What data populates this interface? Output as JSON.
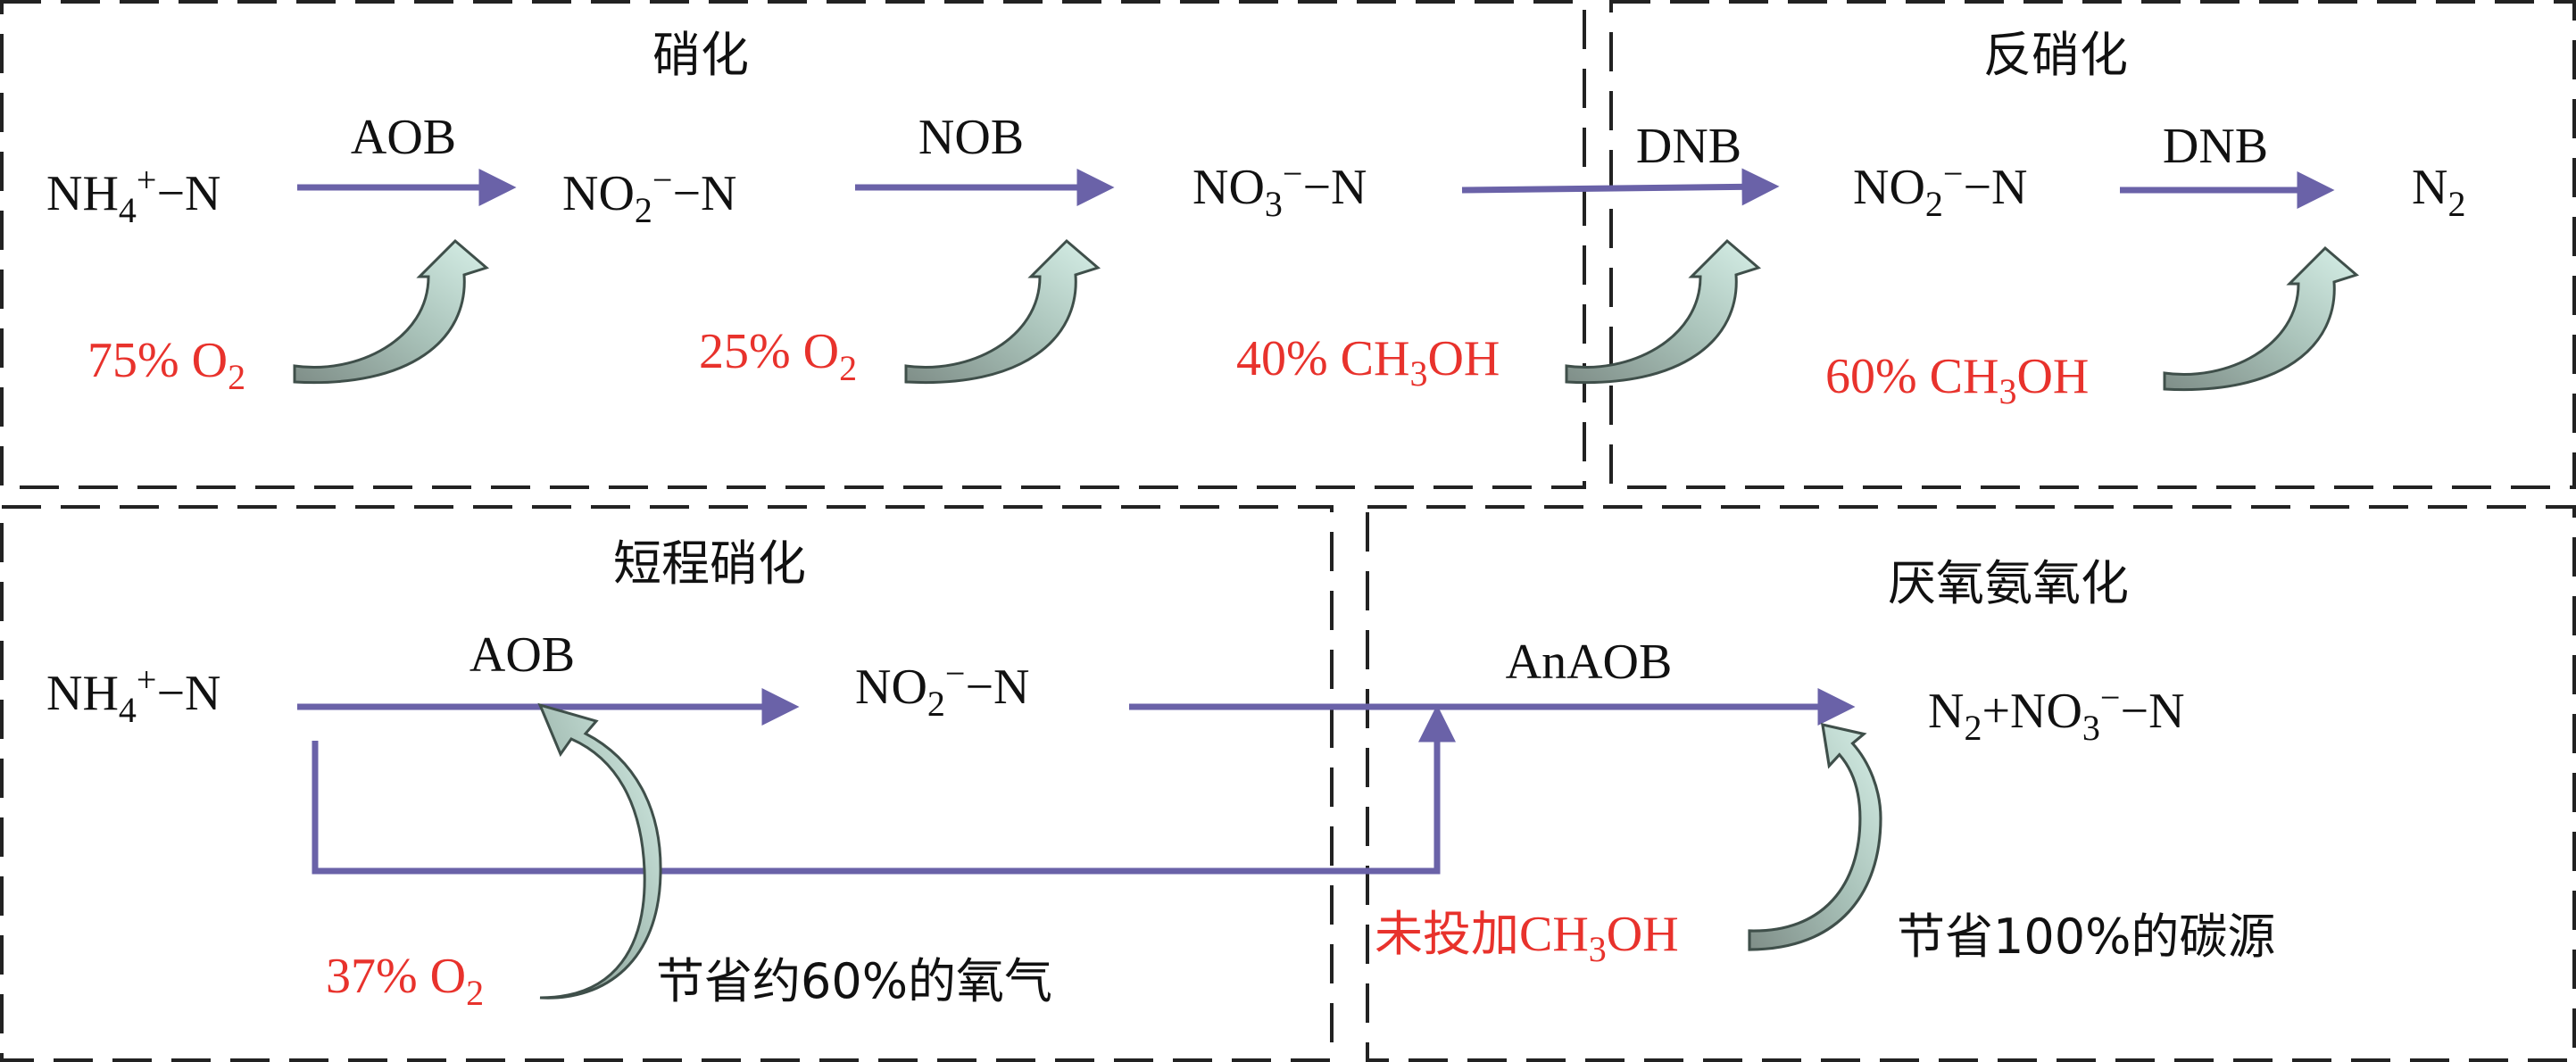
{
  "sections": {
    "nitrification": {
      "title": "硝化"
    },
    "denitrification": {
      "title": "反硝化"
    },
    "shortcut": {
      "title": "短程硝化"
    },
    "anammox": {
      "title": "厌氧氨氧化"
    }
  },
  "top_row": {
    "species": [
      {
        "main": "NH",
        "sub": "4",
        "sup": "+",
        "tail": "−N"
      },
      {
        "main": "NO",
        "sub": "2",
        "sup": "−",
        "tail": "−N"
      },
      {
        "main": "NO",
        "sub": "3",
        "sup": "−",
        "tail": "−N"
      },
      {
        "main": "NO",
        "sub": "2",
        "sup": "−",
        "tail": "−N"
      },
      {
        "main": "N",
        "sub": "2"
      }
    ],
    "bacteria": [
      "AOB",
      "NOB",
      "DNB",
      "DNB"
    ],
    "inputs": [
      {
        "lead": "75% O",
        "sub": "2"
      },
      {
        "lead": "25% O",
        "sub": "2"
      },
      {
        "lead": "40% CH",
        "sub": "3",
        "tail": "OH"
      },
      {
        "lead": "60% CH",
        "sub": "3",
        "tail": "OH"
      }
    ]
  },
  "bottom_row": {
    "species": [
      {
        "main": "NH",
        "sub": "4",
        "sup": "+",
        "tail": "−N"
      },
      {
        "main": "NO",
        "sub": "2",
        "sup": "−",
        "tail": "−N"
      }
    ],
    "product": {
      "a": "N",
      "a_sub": "2",
      "b": "+NO",
      "b_sub": "3",
      "b_sup": "−",
      "tail": "−N"
    },
    "bacteria": [
      "AOB",
      "AnAOB"
    ],
    "inputs": [
      {
        "lead": "37% O",
        "sub": "2"
      },
      {
        "lead_cjk": "未投加",
        "lead": "CH",
        "sub": "3",
        "tail": "OH"
      }
    ],
    "notes": [
      "节省约60%的氧气",
      "节省100%的碳源"
    ]
  },
  "colors": {
    "arrow": "#6a62a8",
    "input_text": "#e8322c",
    "feed_arrow_light": "#cfeae2",
    "feed_arrow_dark": "#7f8e88"
  },
  "icons": [
    "flow-arrow",
    "curved-feed-arrow"
  ]
}
